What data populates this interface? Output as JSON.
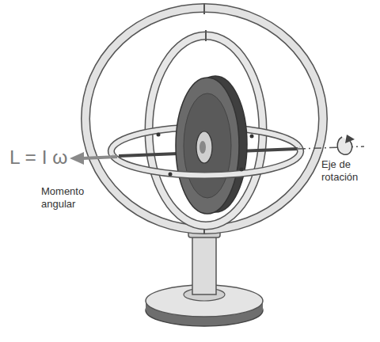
{
  "diagram": {
    "labels": [
      "L = I ω",
      "Momento angular",
      "Eje de rotación"
    ]
  }
}
